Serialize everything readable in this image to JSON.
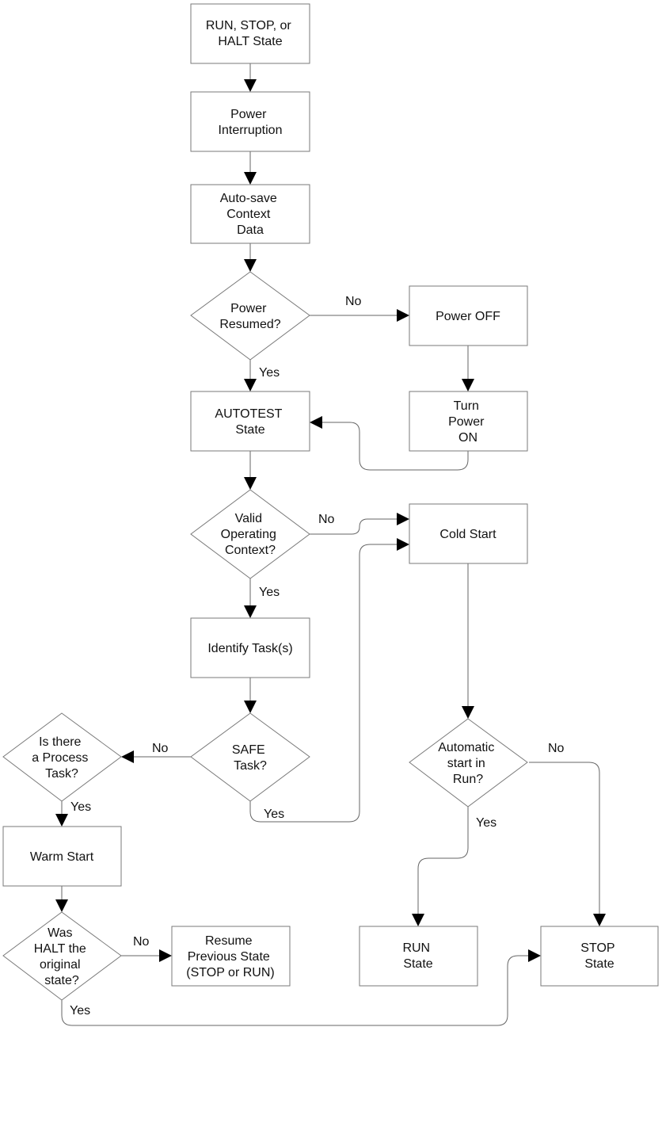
{
  "nodes": {
    "run_stop_halt": [
      "RUN, STOP, or",
      "HALT State"
    ],
    "power_interruption": [
      "Power",
      "Interruption"
    ],
    "autosave": [
      "Auto-save",
      "Context",
      "Data"
    ],
    "power_resumed": [
      "Power",
      "Resumed?"
    ],
    "power_off": [
      "Power OFF"
    ],
    "turn_power_on": [
      "Turn",
      "Power",
      "ON"
    ],
    "autotest": [
      "AUTOTEST",
      "State"
    ],
    "valid_context": [
      "Valid",
      "Operating",
      "Context?"
    ],
    "cold_start": [
      "Cold Start"
    ],
    "identify_tasks": [
      "Identify Task(s)"
    ],
    "safe_task": [
      "SAFE",
      "Task?"
    ],
    "process_task": [
      "Is there",
      "a Process",
      "Task?"
    ],
    "warm_start": [
      "Warm Start"
    ],
    "halt_original": [
      "Was",
      "HALT the",
      "original",
      "state?"
    ],
    "resume_previous": [
      "Resume",
      "Previous State",
      "(STOP or RUN)"
    ],
    "auto_start": [
      "Automatic",
      "start in",
      "Run?"
    ],
    "run_state": [
      "RUN",
      "State"
    ],
    "stop_state": [
      "STOP",
      "State"
    ]
  },
  "edge_labels": {
    "power_resumed_no": "No",
    "power_resumed_yes": "Yes",
    "valid_context_no": "No",
    "valid_context_yes": "Yes",
    "safe_task_no": "No",
    "safe_task_yes": "Yes",
    "process_task_yes": "Yes",
    "halt_original_no": "No",
    "halt_original_yes": "Yes",
    "auto_start_no": "No",
    "auto_start_yes": "Yes"
  }
}
